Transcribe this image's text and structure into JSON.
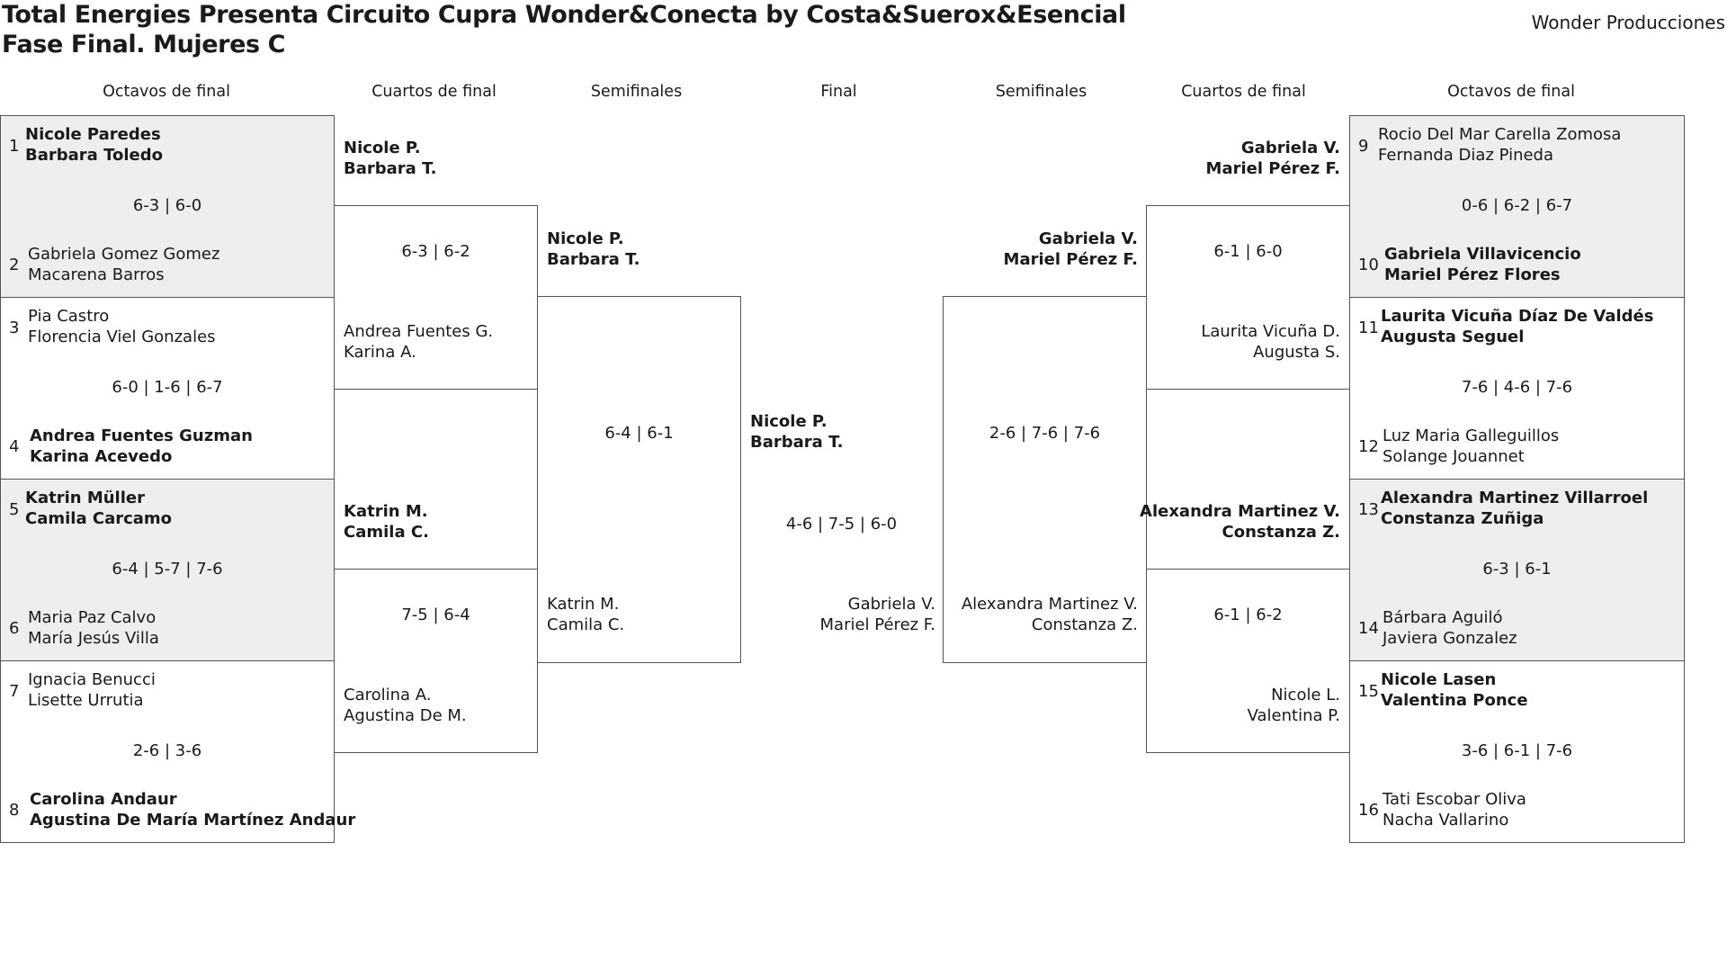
{
  "header": {
    "title_line1": "Total Energies Presenta Circuito Cupra Wonder&Conecta by Costa&Suerox&Esencial",
    "title_line2": "Fase Final. Mujeres C",
    "organizer": "Wonder Producciones"
  },
  "rounds": {
    "left_r16": "Octavos de final",
    "left_qf": "Cuartos de final",
    "left_sf": "Semifinales",
    "final": "Final",
    "right_sf": "Semifinales",
    "right_qf": "Cuartos de final",
    "right_r16": "Octavos de final"
  },
  "left_r16": [
    {
      "top": {
        "seed": "1",
        "p1": "Nicole Paredes",
        "p2": "Barbara Toledo",
        "winner": true
      },
      "bottom": {
        "seed": "2",
        "p1": "Gabriela Gomez Gomez",
        "p2": "Macarena Barros",
        "winner": false
      },
      "score": "6-3 | 6-0"
    },
    {
      "top": {
        "seed": "3",
        "p1": "Pia Castro",
        "p2": "Florencia Viel Gonzales",
        "winner": false
      },
      "bottom": {
        "seed": "4",
        "p1": "Andrea Fuentes Guzman",
        "p2": "Karina Acevedo",
        "winner": true
      },
      "score": "6-0 | 1-6 | 6-7"
    },
    {
      "top": {
        "seed": "5",
        "p1": "Katrin Müller",
        "p2": "Camila Carcamo",
        "winner": true
      },
      "bottom": {
        "seed": "6",
        "p1": "Maria Paz Calvo",
        "p2": "María Jesús Villa",
        "winner": false
      },
      "score": "6-4 | 5-7 | 7-6"
    },
    {
      "top": {
        "seed": "7",
        "p1": "Ignacia Benucci",
        "p2": "Lisette Urrutia",
        "winner": false
      },
      "bottom": {
        "seed": "8",
        "p1": "Carolina Andaur",
        "p2": "Agustina De María Martínez Andaur",
        "winner": true
      },
      "score": "2-6 | 3-6"
    }
  ],
  "left_qf": [
    {
      "top": {
        "p1": "Nicole P.",
        "p2": "Barbara T.",
        "winner": true
      },
      "bottom": {
        "p1": "Andrea Fuentes G.",
        "p2": "Karina A.",
        "winner": false
      },
      "score": "6-3 | 6-2"
    },
    {
      "top": {
        "p1": "Katrin M.",
        "p2": "Camila C.",
        "winner": true
      },
      "bottom": {
        "p1": "Carolina A.",
        "p2": "Agustina De M.",
        "winner": false
      },
      "score": "7-5 | 6-4"
    }
  ],
  "left_sf": {
    "top": {
      "p1": "Nicole P.",
      "p2": "Barbara T.",
      "winner": true
    },
    "bottom": {
      "p1": "Katrin M.",
      "p2": "Camila C.",
      "winner": false
    },
    "score": "6-4 | 6-1"
  },
  "final": {
    "winner": {
      "p1": "Nicole P.",
      "p2": "Barbara T."
    },
    "runner_up": {
      "p1": "Gabriela V.",
      "p2": "Mariel Pérez F."
    },
    "score": "4-6 | 7-5 | 6-0"
  },
  "right_sf": {
    "top": {
      "p1": "Gabriela V.",
      "p2": "Mariel Pérez F.",
      "winner": true
    },
    "bottom": {
      "p1": "Alexandra Martinez V.",
      "p2": "Constanza Z.",
      "winner": false
    },
    "score": "2-6 | 7-6 | 7-6"
  },
  "right_qf": [
    {
      "top": {
        "p1": "Gabriela V.",
        "p2": "Mariel Pérez F.",
        "winner": true
      },
      "bottom": {
        "p1": "Laurita Vicuña D.",
        "p2": "Augusta S.",
        "winner": false
      },
      "score": "6-1 | 6-0"
    },
    {
      "top": {
        "p1": "Alexandra Martinez V.",
        "p2": "Constanza Z.",
        "winner": true
      },
      "bottom": {
        "p1": "Nicole L.",
        "p2": "Valentina P.",
        "winner": false
      },
      "score": "6-1 | 6-2"
    }
  ],
  "right_r16": [
    {
      "top": {
        "seed": "9",
        "p1": "Rocio Del Mar Carella Zomosa",
        "p2": "Fernanda Diaz Pineda",
        "winner": false
      },
      "bottom": {
        "seed": "10",
        "p1": "Gabriela Villavicencio",
        "p2": "Mariel Pérez Flores",
        "winner": true
      },
      "score": "0-6 | 6-2 | 6-7"
    },
    {
      "top": {
        "seed": "11",
        "p1": "Laurita Vicuña Díaz De Valdés",
        "p2": "Augusta Seguel",
        "winner": true
      },
      "bottom": {
        "seed": "12",
        "p1": "Luz Maria Galleguillos",
        "p2": "Solange Jouannet",
        "winner": false
      },
      "score": "7-6 | 4-6 | 7-6"
    },
    {
      "top": {
        "seed": "13",
        "p1": "Alexandra Martinez Villarroel",
        "p2": "Constanza Zuñiga",
        "winner": true
      },
      "bottom": {
        "seed": "14",
        "p1": "Bárbara Aguiló",
        "p2": "Javiera Gonzalez",
        "winner": false
      },
      "score": "6-3 | 6-1"
    },
    {
      "top": {
        "seed": "15",
        "p1": "Nicole Lasen",
        "p2": "Valentina Ponce",
        "winner": true
      },
      "bottom": {
        "seed": "16",
        "p1": "Tati Escobar Oliva",
        "p2": "Nacha Vallarino",
        "winner": false
      },
      "score": "3-6 | 6-1 | 7-6"
    }
  ]
}
